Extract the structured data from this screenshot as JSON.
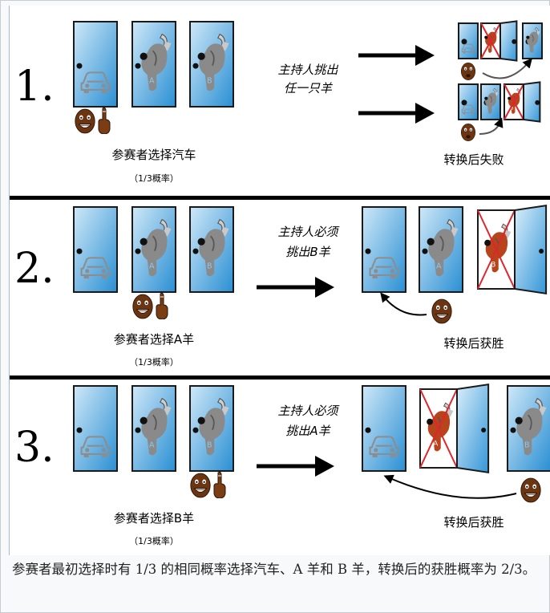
{
  "rows": [
    {
      "number": "1.",
      "choice_label": "参赛者选择汽车",
      "probability_label": "（1/3概率）",
      "host_text_line1": "主持人挑出",
      "host_text_line2": "任一只羊",
      "result_label": "转换后失败",
      "door_letters": [
        "",
        "A",
        "B"
      ]
    },
    {
      "number": "2.",
      "choice_label": "参赛者选择A羊",
      "probability_label": "（1/3概率）",
      "host_text_line1": "主持人必须",
      "host_text_line2": "挑出B羊",
      "result_label": "转换后获胜",
      "door_letters": [
        "",
        "A",
        "B"
      ]
    },
    {
      "number": "3.",
      "choice_label": "参赛者选择B羊",
      "probability_label": "（1/3概率）",
      "host_text_line1": "主持人必须",
      "host_text_line2": "挑出A羊",
      "result_label": "转换后获胜",
      "door_letters": [
        "",
        "A",
        "B"
      ]
    }
  ],
  "caption": "参赛者最初选择时有 1/3 的相同概率选择汽车、A 羊和 B 羊，转换后的获胜概率为 2/3。",
  "colors": {
    "door_top": "#b9dcf4",
    "door_bottom": "#2f93d6",
    "door_border": "#1a1a1a",
    "goat": "#8a8a8a",
    "goat_revealed": "#b8441c",
    "face": "#6b3512",
    "cross": "#e0262b",
    "divider": "#000000",
    "frame_border": "#c8ccd1"
  }
}
